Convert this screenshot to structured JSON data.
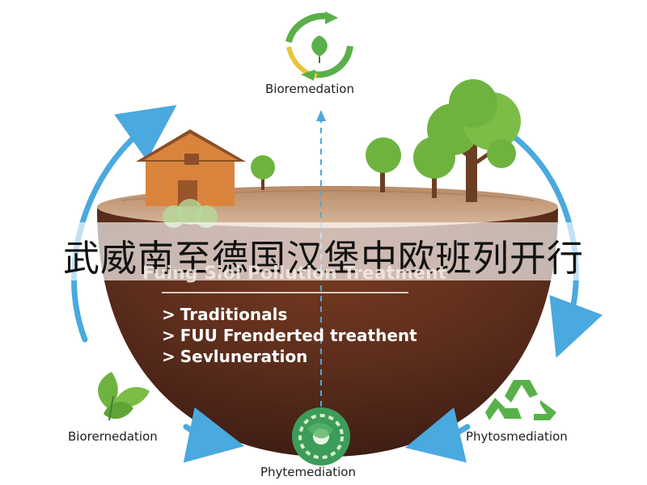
{
  "banner": {
    "text": "武威南至德国汉堡中欧班列开行"
  },
  "diagram": {
    "nodes": {
      "top": "Bioremedation",
      "left": "Biorernedation",
      "right": "Phytosmediation",
      "bottom": "Phytemediation"
    },
    "center": {
      "title": "Fuing Sioi Pollution Treatment",
      "items": [
        "Traditionals",
        "FUU Frenderted treathent",
        "Sevluneration"
      ]
    }
  },
  "colors": {
    "arrow": "#4aa9de",
    "soil_dark": "#5b2d1c",
    "soil_light": "#c39a7a",
    "tree": "#6fb33f",
    "house": "#d9843c",
    "recycle": "#59b04a"
  },
  "icons": {
    "top": "recycle-leaf-icon",
    "left": "leaves-icon",
    "right": "recycle-icon",
    "bottom": "globe-icon"
  }
}
